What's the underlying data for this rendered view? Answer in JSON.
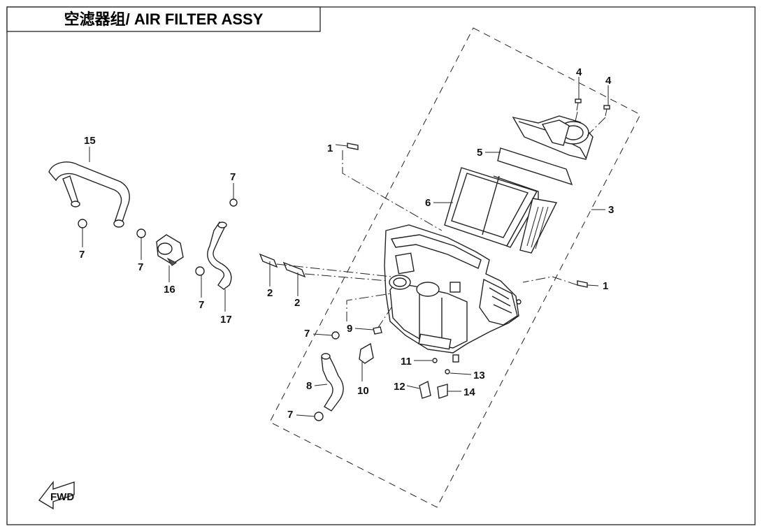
{
  "title": "空滤器组/ AIR FILTER ASSY",
  "fwd_label": "FWD",
  "callouts": [
    {
      "id": "c1a",
      "text": "1"
    },
    {
      "id": "c1b",
      "text": "1"
    },
    {
      "id": "c2a",
      "text": "2"
    },
    {
      "id": "c2b",
      "text": "2"
    },
    {
      "id": "c3",
      "text": "3"
    },
    {
      "id": "c4a",
      "text": "4"
    },
    {
      "id": "c4b",
      "text": "4"
    },
    {
      "id": "c5",
      "text": "5"
    },
    {
      "id": "c6",
      "text": "6"
    },
    {
      "id": "c7a",
      "text": "7"
    },
    {
      "id": "c7b",
      "text": "7"
    },
    {
      "id": "c7c",
      "text": "7"
    },
    {
      "id": "c7d",
      "text": "7"
    },
    {
      "id": "c7e",
      "text": "7"
    },
    {
      "id": "c7f",
      "text": "7"
    },
    {
      "id": "c8",
      "text": "8"
    },
    {
      "id": "c9",
      "text": "9"
    },
    {
      "id": "c10",
      "text": "10"
    },
    {
      "id": "c11",
      "text": "11"
    },
    {
      "id": "c12",
      "text": "12"
    },
    {
      "id": "c13",
      "text": "13"
    },
    {
      "id": "c14",
      "text": "14"
    },
    {
      "id": "c15",
      "text": "15"
    },
    {
      "id": "c16",
      "text": "16"
    },
    {
      "id": "c17",
      "text": "17"
    }
  ]
}
